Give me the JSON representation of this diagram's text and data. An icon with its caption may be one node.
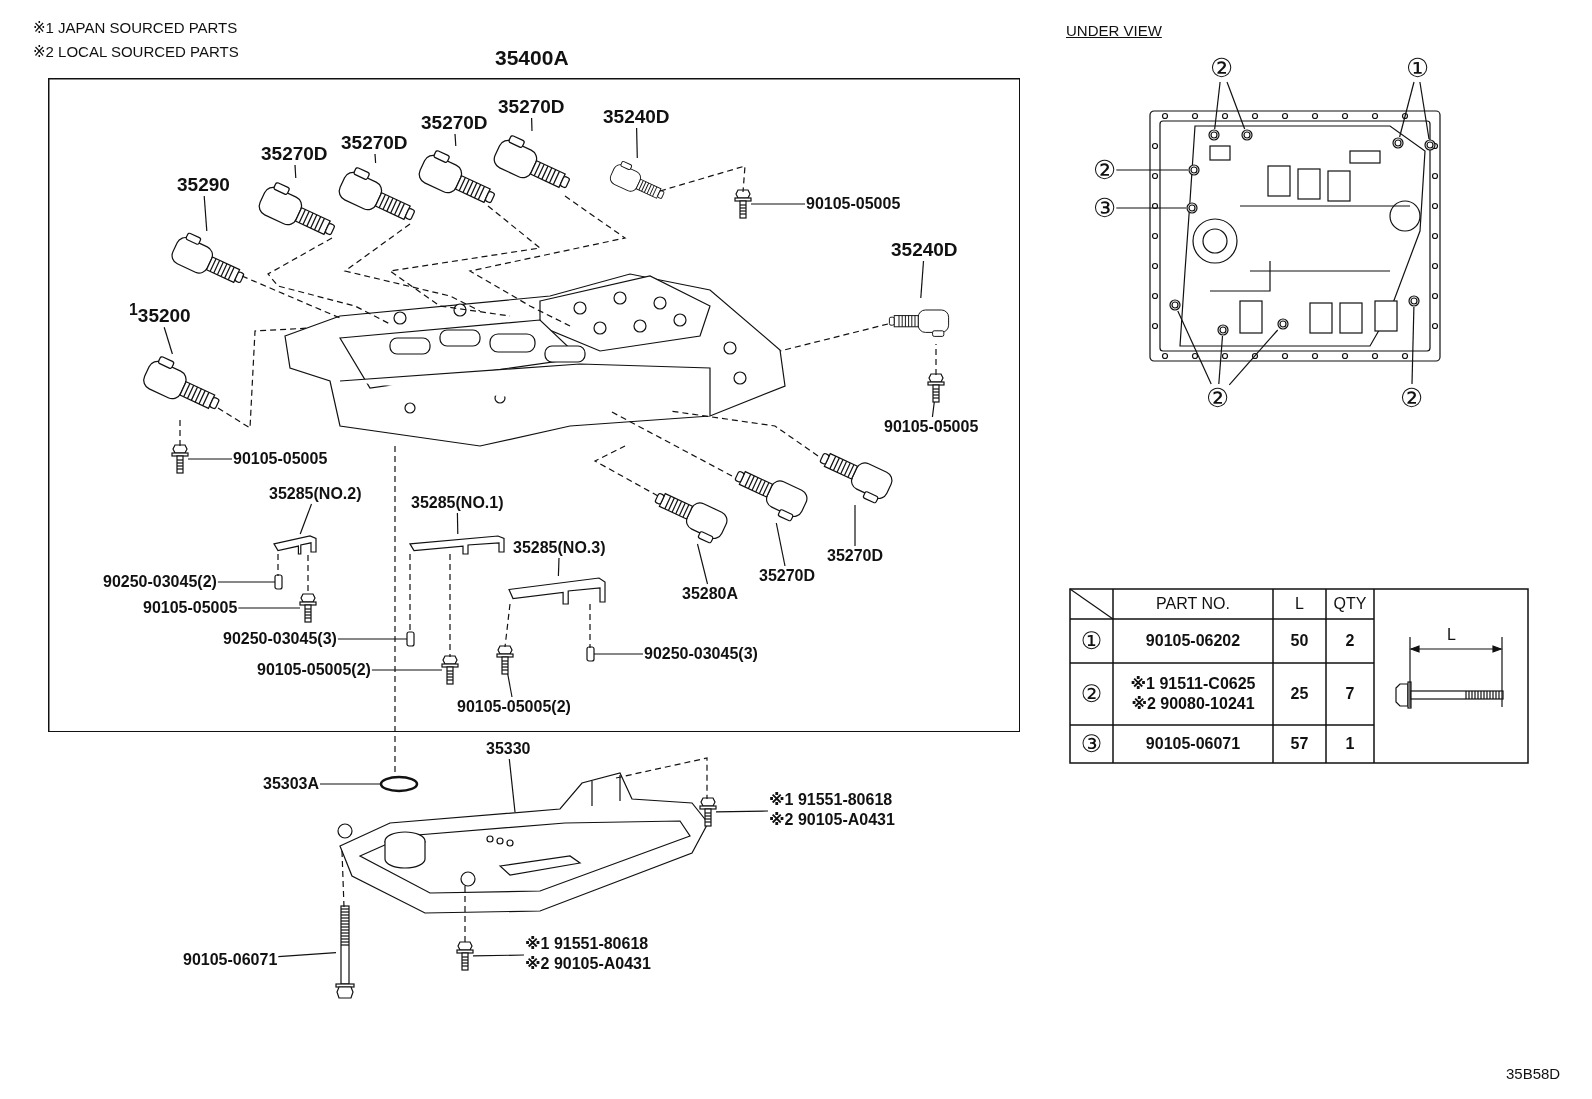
{
  "diagram": {
    "nodes": [
      {
        "text": [
          "35400A"
        ]
      },
      {
        "text": [
          "90105-05005"
        ],
        "in": 0
      },
      {
        "text": [],
        "shape": "picture",
        "in": 0
      },
      {
        "text": [
          "90105-05005"
        ],
        "in": 0
      },
      {
        "text": [],
        "shape": "picture",
        "in": 0
      },
      {
        "text": [
          "90105-05005"
        ],
        "in": 0
      },
      {
        "text": [],
        "shape": "picture",
        "in": 0
      },
      {
        "text": [
          "35285(NO.2)"
        ],
        "in": 0
      },
      {
        "text": [],
        "shape": "picture",
        "in": 0
      },
      {
        "text": [
          "90250-03045(2)"
        ],
        "in": 0
      },
      {
        "text": [],
        "shape": "box",
        "in": 0
      },
      {
        "text": [
          "90105-05005"
        ],
        "in": 0
      },
      {
        "text": [],
        "shape": "picture",
        "in": 0
      },
      {
        "text": [
          "35285(NO.1)"
        ],
        "in": 0
      },
      {
        "text": [],
        "shape": "picture",
        "in": 0
      },
      {
        "text": [
          "90250-03045(3)"
        ],
        "in": 0
      },
      {
        "text": [],
        "shape": "box",
        "in": 0
      },
      {
        "text": [
          "90105-05005(2)"
        ],
        "in": 0
      },
      {
        "text": [],
        "shape": "picture",
        "in": 0
      },
      {
        "text": [
          "35285(NO.3)"
        ],
        "in": 0
      },
      {
        "text": [],
        "shape": "picture",
        "in": 0
      },
      {
        "text": [
          "90250-03045(3)"
        ],
        "in": 0
      },
      {
        "text": [],
        "shape": "box",
        "in": 0
      },
      {
        "text": [],
        "shape": "picture",
        "in": 0
      },
      {
        "text": [
          "90105-05005(2)"
        ],
        "in": 0
      },
      {
        "text": [],
        "shape": "picture",
        "in": 0
      },
      {
        "text": [
          "35280A"
        ],
        "in": 0
      },
      {
        "text": [],
        "shape": "picture",
        "in": 0
      },
      {
        "text": [
          "35270D"
        ],
        "in": 0
      },
      {
        "text": [],
        "shape": "picture",
        "in": 0
      },
      {
        "text": [
          "35270D"
        ],
        "in": 0
      },
      {
        "text": [
          "35303A"
        ]
      },
      {
        "text": [],
        "shape": "circle"
      },
      {
        "text": [
          "35330"
        ]
      },
      {
        "text": [],
        "shape": "picture"
      },
      {
        "text": [
          "※1 91551-80618",
          "※2 90105-A0431"
        ]
      },
      {
        "text": [],
        "shape": "picture"
      },
      {
        "text": [
          "※1 91551-80618",
          "※2 90105-A0431"
        ]
      },
      {
        "text": [],
        "shape": "picture"
      },
      {
        "text": [
          "90105-06071"
        ]
      },
      {
        "text": [],
        "shape": "picture"
      },
      {
        "text": [
          "②"
        ]
      },
      {
        "text": [],
        "shape": "circle"
      },
      {
        "text": [],
        "shape": "circle"
      },
      {
        "text": [
          "①"
        ]
      },
      {
        "text": [],
        "shape": "circle"
      },
      {
        "text": [],
        "shape": "circle"
      },
      {
        "text": [
          "②"
        ]
      },
      {
        "text": [],
        "shape": "circle"
      },
      {
        "text": [
          "③"
        ]
      },
      {
        "text": [],
        "shape": "circle"
      },
      {
        "text": [
          "②"
        ]
      },
      {
        "text": [],
        "shape": "circle"
      },
      {
        "text": [],
        "shape": "circle"
      },
      {
        "text": [],
        "shape": "circle"
      },
      {
        "text": [
          "②"
        ]
      },
      {
        "text": [],
        "shape": "circle"
      },
      {
        "text": [],
        "shape": "picture",
        "in": 0
      },
      {
        "text": [
          "35290"
        ],
        "in": 0
      },
      {
        "text": [],
        "shape": "picture",
        "in": 0
      },
      {
        "text": [
          "35270D"
        ],
        "in": 0
      },
      {
        "text": [],
        "shape": "picture",
        "in": 0
      },
      {
        "text": [
          "35270D"
        ],
        "in": 0
      },
      {
        "text": [],
        "shape": "picture",
        "in": 0
      },
      {
        "text": [
          "35270D"
        ],
        "in": 0
      },
      {
        "text": [],
        "shape": "picture",
        "in": 0
      },
      {
        "text": [
          "35270D"
        ],
        "in": 0
      },
      {
        "text": [],
        "shape": "picture",
        "in": 0
      },
      {
        "text": [
          "35240D"
        ],
        "in": 0
      },
      {
        "text": [],
        "shape": "picture",
        "in": 0
      },
      {
        "text": [
          "35240D"
        ],
        "in": 0
      },
      {
        "text": [],
        "shape": "picture",
        "in": 0
      },
      {
        "text": [
          "$^{1}$35200"
        ],
        "in": 0
      },
      {
        "text": [],
        "shape": "picture",
        "in": 0
      }
    ],
    "edges": [
      {
        "from": 1,
        "to": 2,
        "arrow": "none"
      },
      {
        "from": 3,
        "to": 4,
        "arrow": "none"
      },
      {
        "from": 5,
        "to": 6,
        "arrow": "none"
      },
      {
        "from": 7,
        "to": 8,
        "arrow": "none"
      },
      {
        "from": 9,
        "to": 10,
        "arrow": "none"
      },
      {
        "from": 11,
        "to": 12,
        "arrow": "none"
      },
      {
        "from": 13,
        "to": 14,
        "arrow": "none"
      },
      {
        "from": 15,
        "to": 16,
        "arrow": "none"
      },
      {
        "from": 17,
        "to": 18,
        "arrow": "none"
      },
      {
        "from": 19,
        "to": 20,
        "arrow": "none"
      },
      {
        "from": 21,
        "to": 22,
        "arrow": "none"
      },
      {
        "from": 24,
        "to": 23,
        "arrow": "none"
      },
      {
        "from": 26,
        "to": 25,
        "arrow": "none"
      },
      {
        "from": 28,
        "to": 27,
        "arrow": "none"
      },
      {
        "from": 30,
        "to": 29,
        "arrow": "none"
      },
      {
        "from": 31,
        "to": 32,
        "arrow": "none"
      },
      {
        "from": 33,
        "to": 34,
        "arrow": "none"
      },
      {
        "from": 35,
        "to": 36,
        "arrow": "none"
      },
      {
        "from": 37,
        "to": 38,
        "arrow": "none"
      },
      {
        "from": 39,
        "to": 40,
        "arrow": "none"
      },
      {
        "from": 41,
        "to": 42,
        "arrow": "none"
      },
      {
        "from": 41,
        "to": 43,
        "arrow": "none"
      },
      {
        "from": 44,
        "to": 45,
        "arrow": "none"
      },
      {
        "from": 44,
        "to": 46,
        "arrow": "none"
      },
      {
        "from": 47,
        "to": 48,
        "arrow": "none"
      },
      {
        "from": 49,
        "to": 50,
        "arrow": "none"
      },
      {
        "from": 51,
        "to": 52,
        "arrow": "none"
      },
      {
        "from": 51,
        "to": 53,
        "arrow": "none"
      },
      {
        "from": 51,
        "to": 54,
        "arrow": "none"
      },
      {
        "from": 55,
        "to": 56,
        "arrow": "none"
      },
      {
        "from": 58,
        "to": 59,
        "arrow": "none"
      },
      {
        "from": 60,
        "to": 61,
        "arrow": "none"
      },
      {
        "from": 62,
        "to": 63,
        "arrow": "none"
      },
      {
        "from": 64,
        "to": 65,
        "arrow": "none"
      },
      {
        "from": 66,
        "to": 67,
        "arrow": "none"
      },
      {
        "from": 68,
        "to": 69,
        "arrow": "none"
      },
      {
        "from": 70,
        "to": 71,
        "arrow": "none"
      },
      {
        "from": 72,
        "to": 73,
        "arrow": "none"
      },
      {
        "from": 59,
        "to": 57,
        "arrow": "none",
        "style": "dashed"
      },
      {
        "from": 61,
        "to": 57,
        "arrow": "none",
        "style": "dashed"
      },
      {
        "from": 63,
        "to": 57,
        "arrow": "none",
        "style": "dashed"
      },
      {
        "from": 65,
        "to": 57,
        "arrow": "none",
        "style": "dashed"
      },
      {
        "from": 67,
        "to": 57,
        "arrow": "none",
        "style": "dashed"
      },
      {
        "from": 69,
        "to": 2,
        "arrow": "none",
        "style": "dashed"
      },
      {
        "from": 71,
        "to": 57,
        "arrow": "none",
        "style": "dashed"
      },
      {
        "from": 4,
        "to": 71,
        "arrow": "none",
        "style": "dashed"
      },
      {
        "from": 73,
        "to": 57,
        "arrow": "none",
        "style": "dashed"
      },
      {
        "from": 6,
        "to": 73,
        "arrow": "none",
        "style": "dashed"
      },
      {
        "from": 25,
        "to": 57,
        "arrow": "none",
        "style": "dashed"
      },
      {
        "from": 27,
        "to": 57,
        "arrow": "none",
        "style": "dashed"
      },
      {
        "from": 29,
        "to": 57,
        "arrow": "none",
        "style": "dashed"
      },
      {
        "from": 57,
        "to": 32,
        "arrow": "none",
        "style": "dashed"
      },
      {
        "from": 8,
        "to": 10,
        "arrow": "none",
        "style": "dashed"
      },
      {
        "from": 8,
        "to": 12,
        "arrow": "none",
        "style": "dashed"
      },
      {
        "from": 14,
        "to": 16,
        "arrow": "none",
        "style": "dashed"
      },
      {
        "from": 14,
        "to": 18,
        "arrow": "none",
        "style": "dashed"
      },
      {
        "from": 20,
        "to": 23,
        "arrow": "none",
        "style": "dashed"
      },
      {
        "from": 20,
        "to": 22,
        "arrow": "none",
        "style": "dashed"
      },
      {
        "from": 34,
        "to": 36,
        "arrow": "none",
        "style": "dashed"
      },
      {
        "from": 34,
        "to": 38,
        "arrow": "none",
        "style": "dashed"
      },
      {
        "from": 34,
        "to": 40,
        "arrow": "none",
        "style": "dashed"
      }
    ],
    "labels": [
      "※1 JAPAN SOURCED PARTS",
      "※2 LOCAL SOURCED PARTS",
      "UNDER VIEW",
      "PART NO.",
      "L",
      "QTY",
      "①",
      "90105-06202",
      "50",
      "2",
      "L",
      "②",
      "※1 91511-C0625",
      "※2 90080-10241",
      "25",
      "7",
      "③",
      "90105-06071",
      "57",
      "1",
      "35B58D"
    ]
  }
}
